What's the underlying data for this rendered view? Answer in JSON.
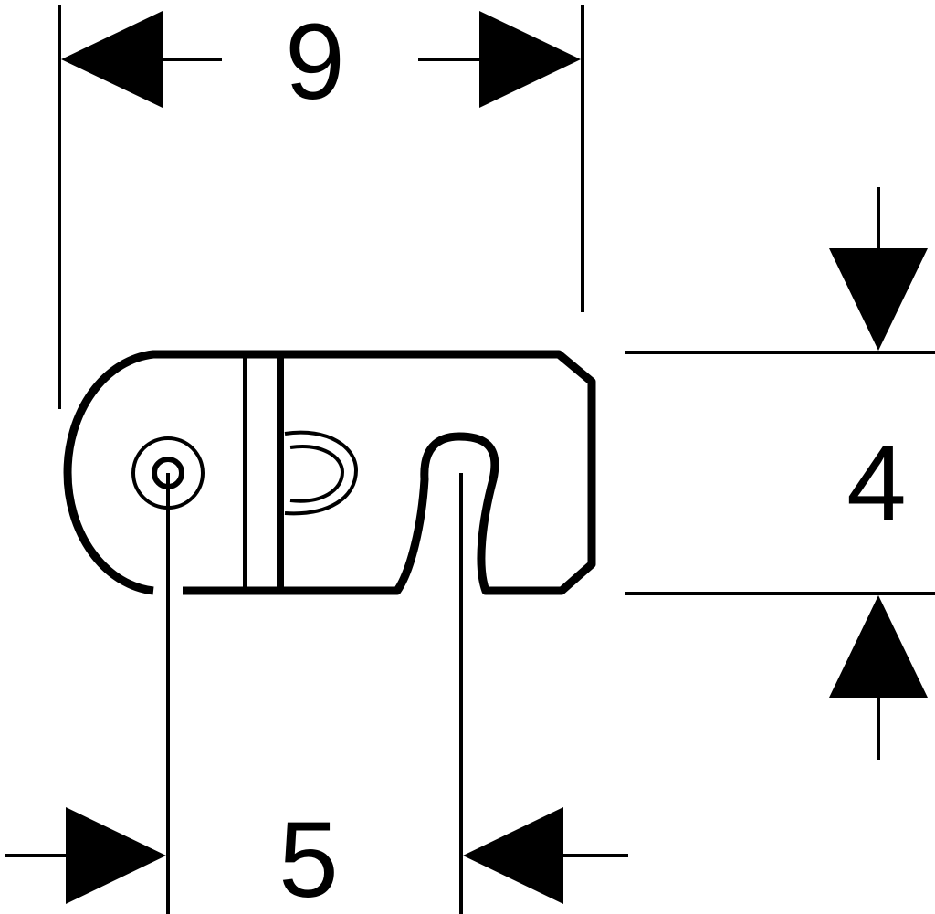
{
  "dimensions": {
    "width_label": "9",
    "height_label": "4",
    "spacing_label": "5"
  },
  "colors": {
    "stroke": "#000000",
    "background": "#ffffff"
  }
}
